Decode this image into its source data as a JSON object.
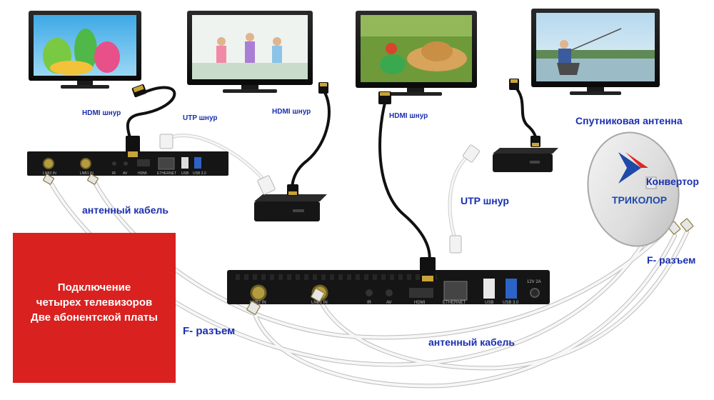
{
  "labels": {
    "hdmi_1": "HDMI шнур",
    "utp_1": "UTP шнур",
    "hdmi_2": "HDMI шнур",
    "hdmi_3": "HDMI шнур",
    "satellite_antenna": "Спутниковая антенна",
    "converter": "Конвертор",
    "utp_2": "UTP шнур",
    "antenna_cable_1": "антенный кабель",
    "f_connector_1": "F- разъем",
    "f_connector_2": "F- разъем",
    "antenna_cable_2": "антенный кабель"
  },
  "dish_logo": "ТРИКОЛОР",
  "promo": {
    "line1": "Подключение",
    "line2": "четырех телевизоров",
    "line3": "Две абонентской платы"
  },
  "device_marks": {
    "receiver_small": [
      "LNB2 IN",
      "LNB1 IN",
      "IR",
      "AV",
      "HDMI",
      "ETHERNET",
      "USB",
      "USB 3.0"
    ],
    "receiver_large": [
      "LNB2 IN",
      "LNB1 IN",
      "IR",
      "AV",
      "HDMI",
      "ETHERNET",
      "USB",
      "USB 3.0",
      "12V 2A"
    ]
  },
  "colors": {
    "label_blue": "#1a2fb0",
    "promo_red": "#d9211f",
    "logo_red": "#e0261f",
    "logo_blue": "#1f4aa8",
    "device_black": "#151515",
    "cable_white": "#f4f4f4"
  },
  "icons": [
    "tv-screen",
    "receiver-box",
    "hdmi-plug",
    "ethernet-plug",
    "f-connector",
    "satellite-dish"
  ]
}
